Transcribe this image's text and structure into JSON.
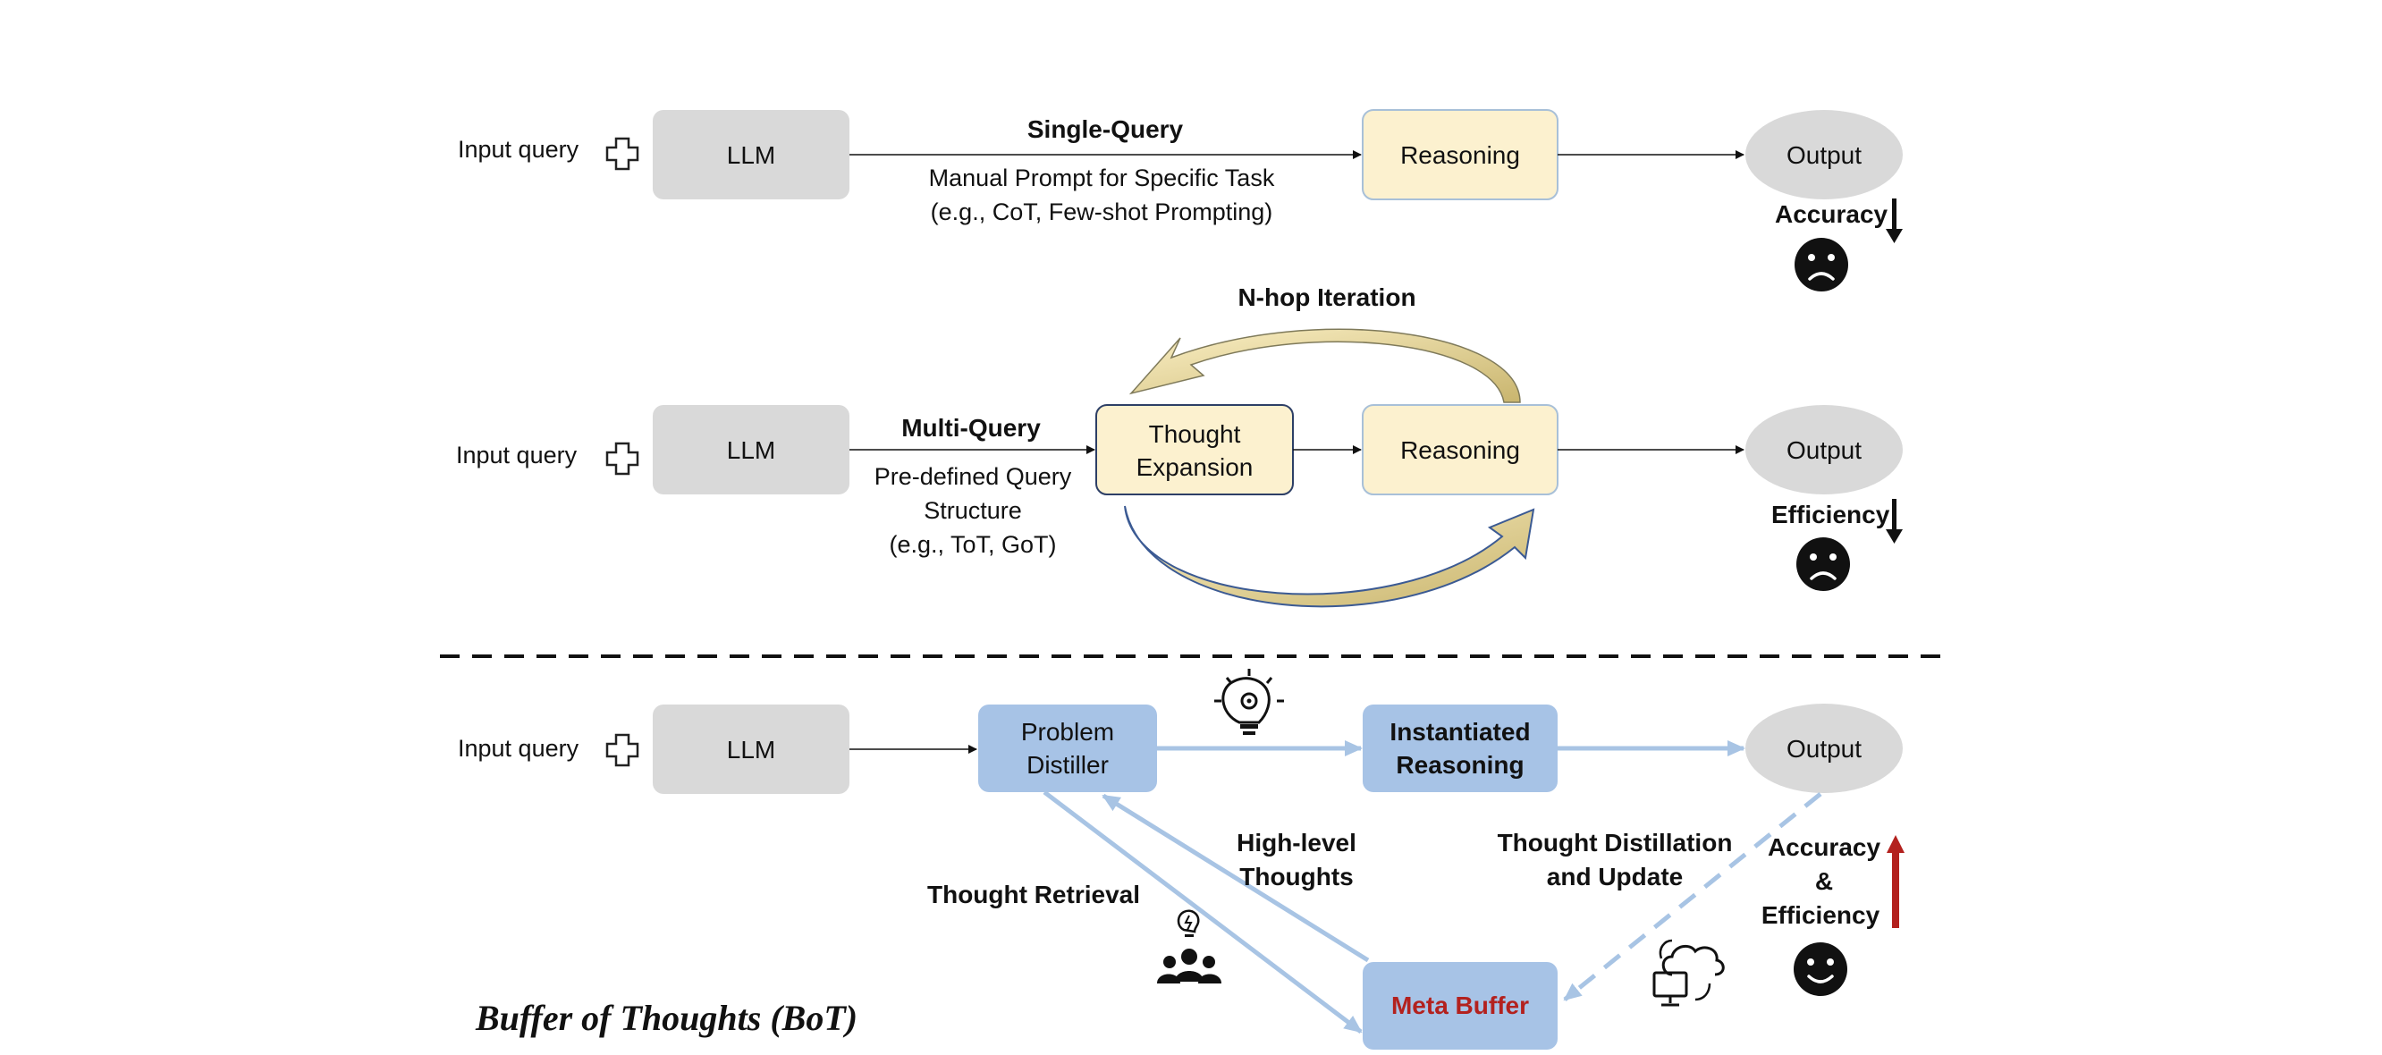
{
  "row1": {
    "input_label": "Input query",
    "llm_label": "LLM",
    "arrow_title": "Single-Query",
    "arrow_desc_1": "Manual Prompt for Specific Task",
    "arrow_desc_2": "(e.g., CoT, Few-shot  Prompting)",
    "reasoning_label": "Reasoning",
    "output_label": "Output",
    "metric_label": "Accuracy"
  },
  "row2": {
    "input_label": "Input query",
    "llm_label": "LLM",
    "arrow_title": "Multi-Query",
    "arrow_desc_1": "Pre-defined Query",
    "arrow_desc_2": "Structure",
    "arrow_desc_3": "(e.g., ToT, GoT)",
    "thought_expansion_1": "Thought",
    "thought_expansion_2": "Expansion",
    "reasoning_label": "Reasoning",
    "iteration_label": "N-hop Iteration",
    "output_label": "Output",
    "metric_label": "Efficiency"
  },
  "row3": {
    "input_label": "Input query",
    "llm_label": "LLM",
    "distiller_1": "Problem",
    "distiller_2": "Distiller",
    "instantiated_1": "Instantiated",
    "instantiated_2": "Reasoning",
    "output_label": "Output",
    "high_level_1": "High-level",
    "high_level_2": "Thoughts",
    "retrieval_label": "Thought Retrieval",
    "distill_update_1": "Thought Distillation",
    "distill_update_2": "and Update",
    "meta_buffer_label": "Meta Buffer",
    "metric_1": "Accuracy",
    "metric_2": "&",
    "metric_3": "Efficiency"
  },
  "bot_title": "Buffer of Thoughts (BoT)",
  "colors": {
    "gray_box": "#d9d9d9",
    "yellow_box": "#fcf1cf",
    "blue_box": "#a7c3e6",
    "blue_arrow": "#a8c4e4",
    "meta_buffer_text": "#b3211e",
    "up_arrow": "#b3211e",
    "iteration_arrow": "#d9c98a"
  },
  "icons": [
    "plus-icon",
    "sad-face-icon",
    "happy-face-icon",
    "lightbulb-gear-icon",
    "team-idea-icon",
    "cloud-sync-icon"
  ]
}
